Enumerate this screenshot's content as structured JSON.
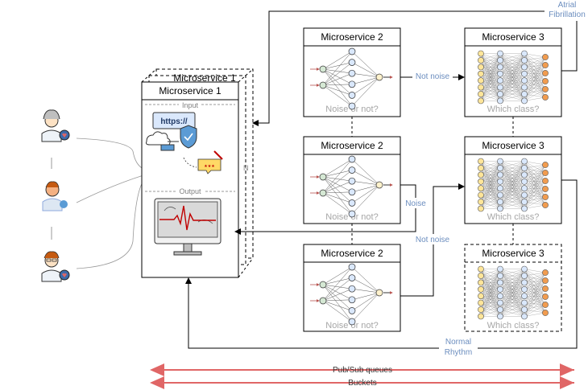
{
  "ms1": {
    "back_title": "Microservice 1",
    "title": "Microservice 1",
    "input_label": "Input",
    "output_label": "Output",
    "https_text": "https://",
    "n_label": "N"
  },
  "ms2": {
    "title": "Microservice 2",
    "caption": "Noise or not?"
  },
  "ms3": {
    "title": "Microservice 3",
    "caption": "Which class?"
  },
  "edges": {
    "atrial_line1": "Atrial",
    "atrial_line2": "Fibrillation",
    "not_noise_1": "Not noise",
    "noise": "Noise",
    "not_noise_2": "Not noise",
    "normal_line1": "Normal",
    "normal_line2": "Rhythm"
  },
  "bottom": {
    "pubsub": "Pub/Sub queues",
    "buckets": "Buckets"
  },
  "colors": {
    "edge_label": "#6c8ebf",
    "arrow_red": "#e06666",
    "input_nodes": "#d5e8d4",
    "hidden_nodes": "#dae8fc",
    "output_node": "#fff2cc",
    "ms3_in": "#ffe599",
    "ms3_out": "#f19c4f"
  },
  "icons": [
    "doctor-icon",
    "nurse-icon",
    "cardiologist-icon",
    "https-shield-icon",
    "cloud-icon",
    "ecg-monitor-icon",
    "chat-badge-icon"
  ]
}
